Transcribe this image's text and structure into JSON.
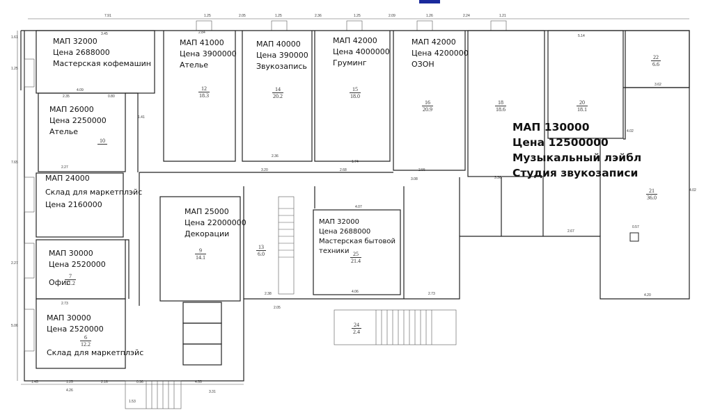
{
  "units": [
    {
      "id": "u1",
      "lines": [
        "МАП 32000",
        "Цена 2688000",
        "Мастерская кофемашин"
      ]
    },
    {
      "id": "u2",
      "lines": [
        "МАП 41000",
        "Цена 3900000",
        "Ателье"
      ]
    },
    {
      "id": "u3",
      "lines": [
        "МАП 40000",
        "Цена 390000",
        "Звукозапись"
      ]
    },
    {
      "id": "u4",
      "lines": [
        "МАП 42000",
        "Цена 4000000",
        "Груминг"
      ]
    },
    {
      "id": "u5",
      "lines": [
        "МАП 42000",
        "Цена 4200000",
        "ОЗОН"
      ]
    },
    {
      "id": "u6",
      "lines": [
        "МАП 26000",
        "Цена 2250000",
        "Ателье"
      ]
    },
    {
      "id": "u7",
      "lines": [
        "МАП 130000",
        "Цена 12500000",
        "Музыкальный лэйбл",
        "Студия звукозаписи"
      ]
    },
    {
      "id": "u8",
      "lines": [
        "МАП 24000",
        "Склад для маркетплэйс",
        "Цена 2160000"
      ]
    },
    {
      "id": "u9",
      "lines": [
        "МАП 25000",
        "Цена 22000000",
        "Декорации"
      ]
    },
    {
      "id": "u10",
      "lines": [
        "МАП 32000",
        "Цена 2688000",
        "Мастерская бытовой",
        "техники"
      ]
    },
    {
      "id": "u11",
      "lines": [
        "МАП 30000",
        "Цена 2520000",
        "",
        "Офис"
      ]
    },
    {
      "id": "u12",
      "lines": [
        "МАП 30000",
        "Цена 2520000",
        "",
        "Склад для маркетплэйс"
      ]
    }
  ],
  "room_numbers": [
    {
      "id": "r10",
      "num": "10",
      "area": ""
    },
    {
      "id": "r12",
      "num": "12",
      "area": "18.3"
    },
    {
      "id": "r14",
      "num": "14",
      "area": "20.2"
    },
    {
      "id": "r15",
      "num": "15",
      "area": "18.0"
    },
    {
      "id": "r16",
      "num": "16",
      "area": "20.9"
    },
    {
      "id": "r18",
      "num": "18",
      "area": "18.6"
    },
    {
      "id": "r20",
      "num": "20",
      "area": "18.1"
    },
    {
      "id": "r22",
      "num": "22",
      "area": "6.6"
    },
    {
      "id": "r21",
      "num": "21",
      "area": "36.0"
    },
    {
      "id": "r9",
      "num": "9",
      "area": "14.1"
    },
    {
      "id": "r7",
      "num": "7",
      "area": "11.2"
    },
    {
      "id": "r6",
      "num": "6",
      "area": "12.2"
    },
    {
      "id": "r25",
      "num": "25",
      "area": "21.4"
    },
    {
      "id": "r13",
      "num": "13",
      "area": "6.0"
    },
    {
      "id": "r24",
      "num": "24",
      "area": "2.4"
    }
  ],
  "dimensions": {
    "top": [
      "7.91",
      "1.25",
      "2.05",
      "1.25",
      "2.36",
      "1.25",
      "2.09",
      "1.26",
      "2.24",
      "1.21"
    ],
    "bottom": [
      "1.45",
      "1.25",
      "2.16",
      "0.96",
      "4.55",
      "3.31",
      "1.53",
      "4.26"
    ],
    "left": [
      "1.61",
      "1.25",
      "7.65",
      "2.27",
      "5.06"
    ],
    "misc": [
      "3.45",
      "4.09",
      "2.35",
      "0.80",
      "2.27",
      "1.41",
      "2.84",
      "3.20",
      "2.36",
      "2.68",
      "1.74",
      "3.08",
      "2.55",
      "4.07",
      "2.38",
      "4.06",
      "2.73",
      "2.05",
      "4.20",
      "0.57",
      "2.73",
      "5.14",
      "4.02",
      "3.62",
      "4.02",
      "3.36",
      "2.67"
    ]
  }
}
